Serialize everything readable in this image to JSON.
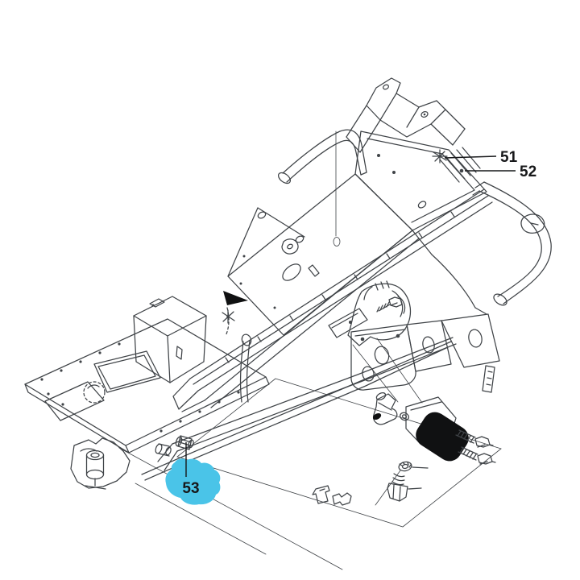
{
  "diagram": {
    "callouts": {
      "c51": {
        "label": "51",
        "highlighted": false
      },
      "c52": {
        "label": "52",
        "highlighted": false
      },
      "c53": {
        "label": "53",
        "highlighted": true
      }
    },
    "colors": {
      "background": "#ffffff",
      "line": "#3f4347",
      "solid": "#101112",
      "highlight": "#4ac4e8",
      "label": "#17181a"
    }
  }
}
